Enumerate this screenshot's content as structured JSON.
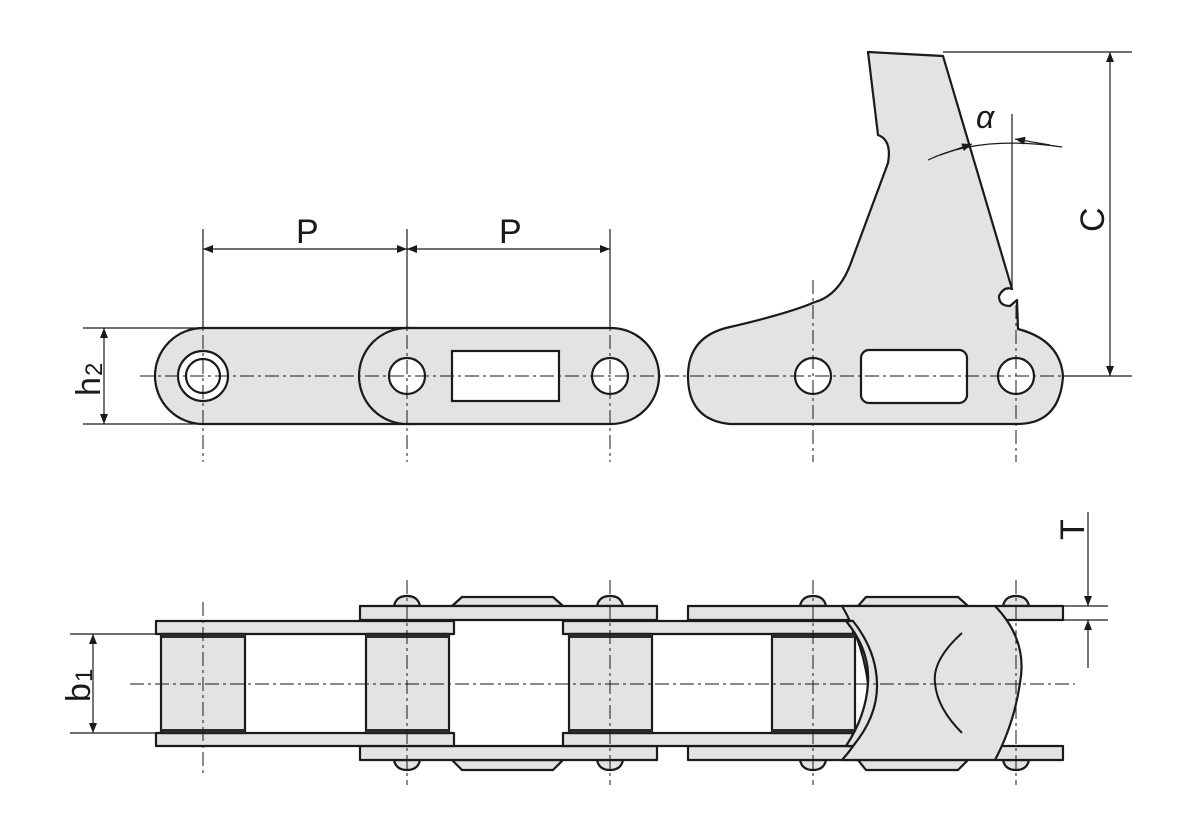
{
  "labels": {
    "pitch_1": "P",
    "pitch_2": "P",
    "height_main": "h",
    "height_sub": "2",
    "attachment_height": "C",
    "angle": "α",
    "width_main": "b",
    "width_sub": "1",
    "thickness": "T"
  },
  "colors": {
    "part_fill": "#e3e3e3",
    "outline": "#1a1a1a"
  }
}
